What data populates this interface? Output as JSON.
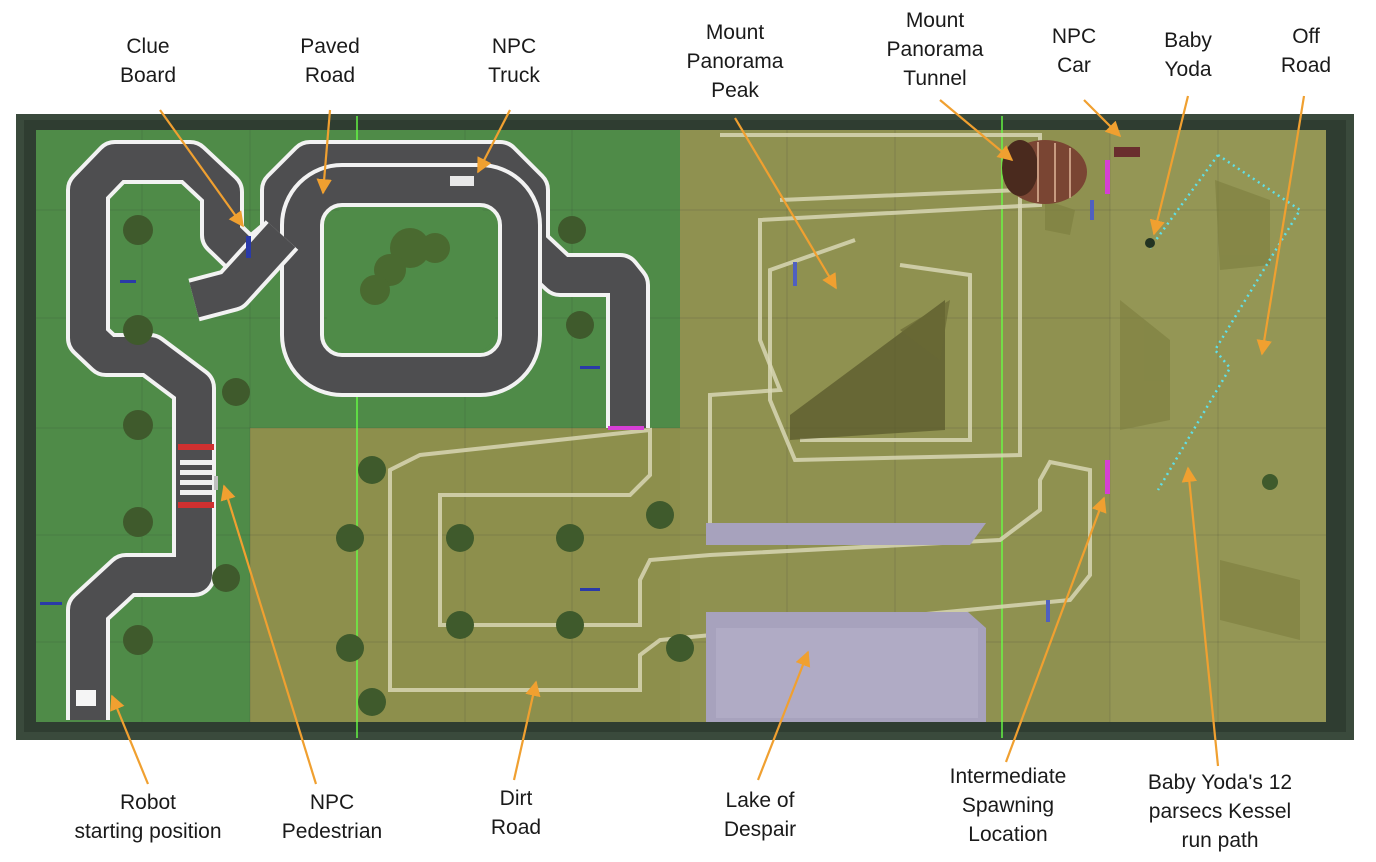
{
  "colors": {
    "background": "#ffffff",
    "frame": "#3a4a3c",
    "grass": "#4f8b48",
    "dirt": "#8d8f4c",
    "road": "#4e4e50",
    "road_edge": "#f2f2f2",
    "dirt_track": "#d8d6b4",
    "lake": "#a7a2bd",
    "arrow": "#f0a030",
    "tree": "#3f5a2c",
    "magenta_line": "#d63fd6",
    "kessel_path": "#5fe0e8",
    "tunnel": "#7a4533",
    "crosswalk_red": "#d03030"
  },
  "labels": [
    {
      "id": "label-clue-board",
      "text": "Clue\nBoard"
    },
    {
      "id": "label-paved-road",
      "text": "Paved\nRoad"
    },
    {
      "id": "label-npc-truck",
      "text": "NPC\nTruck"
    },
    {
      "id": "label-mount-panorama-peak",
      "text": "Mount\nPanorama\nPeak"
    },
    {
      "id": "label-mount-panorama-tunnel",
      "text": "Mount\nPanorama\nTunnel"
    },
    {
      "id": "label-npc-car",
      "text": "NPC\nCar"
    },
    {
      "id": "label-baby-yoda",
      "text": "Baby\nYoda"
    },
    {
      "id": "label-off-road",
      "text": "Off\nRoad"
    },
    {
      "id": "label-robot-start",
      "text": "Robot\nstarting position"
    },
    {
      "id": "label-npc-pedestrian",
      "text": "NPC\nPedestrian"
    },
    {
      "id": "label-dirt-road",
      "text": "Dirt\nRoad"
    },
    {
      "id": "label-lake-of-despair",
      "text": "Lake of\nDespair"
    },
    {
      "id": "label-intermediate-spawn",
      "text": "Intermediate\nSpawning\nLocation"
    },
    {
      "id": "label-kessel-run",
      "text": "Baby Yoda's 12\nparsecs Kessel\nrun path"
    }
  ]
}
